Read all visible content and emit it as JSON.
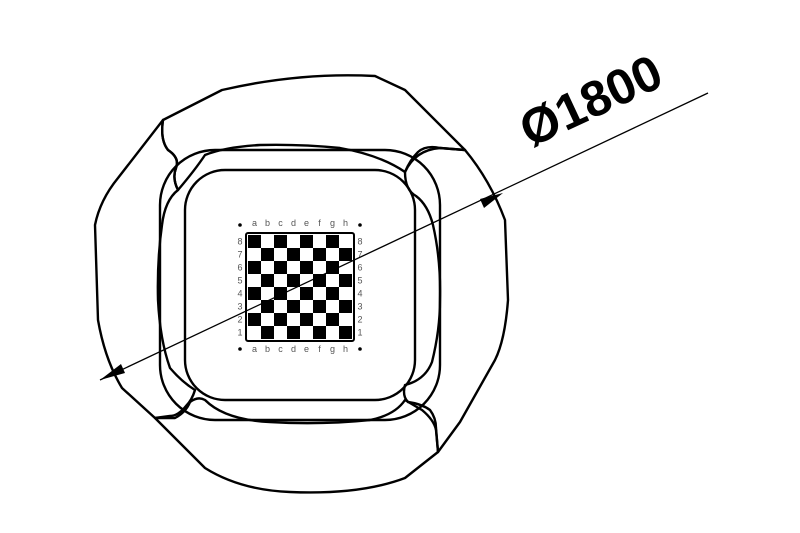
{
  "dimension": {
    "label": "Ø1800"
  },
  "board": {
    "files": [
      "a",
      "b",
      "c",
      "d",
      "e",
      "f",
      "g",
      "h"
    ],
    "ranks": [
      "8",
      "7",
      "6",
      "5",
      "4",
      "3",
      "2",
      "1"
    ]
  },
  "colors": {
    "stroke": "#000000",
    "coords": "#555555",
    "background": "#ffffff"
  }
}
